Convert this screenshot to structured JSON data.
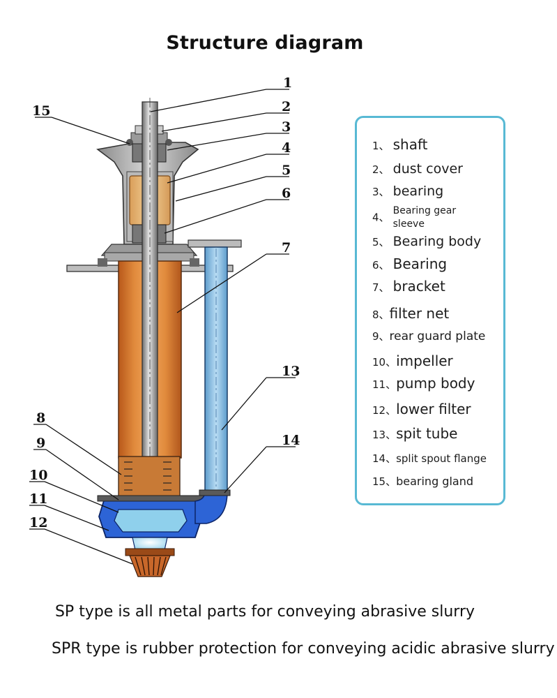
{
  "title": "Structure diagram",
  "callouts": [
    "1",
    "2",
    "3",
    "4",
    "5",
    "6",
    "7",
    "8",
    "9",
    "10",
    "11",
    "12",
    "13",
    "14",
    "15"
  ],
  "legend": [
    {
      "num": "1、",
      "text": "shaft"
    },
    {
      "num": "2、",
      "text": "dust cover"
    },
    {
      "num": "3、",
      "text": "bearing"
    },
    {
      "num": "4、",
      "text": "Bearing gear sleeve"
    },
    {
      "num": "5、",
      "text": "Bearing body"
    },
    {
      "num": "6、",
      "text": "Bearing"
    },
    {
      "num": "7、",
      "text": "bracket"
    },
    {
      "num": "8、",
      "text": "filter net"
    },
    {
      "num": "9、",
      "text": "rear guard plate"
    },
    {
      "num": "10、",
      "text": "impeller"
    },
    {
      "num": "11、",
      "text": "pump body"
    },
    {
      "num": "12、",
      "text": "lower filter"
    },
    {
      "num": "13、",
      "text": "spit tube"
    },
    {
      "num": "14、",
      "text": "split spout flange"
    },
    {
      "num": "15、",
      "text": "bearing gland"
    }
  ],
  "captions": {
    "sp": "SP type is all metal parts for conveying abrasive slurry",
    "spr": "SPR type is rubber protection for conveying acidic abrasive slurry"
  },
  "colors": {
    "legend_border": "#58b9d4",
    "bracket": "#c8702a",
    "bearing_body": "#e9b878",
    "spit_tube": "#8fc4e6",
    "pump_body": "#2a5fd0"
  }
}
